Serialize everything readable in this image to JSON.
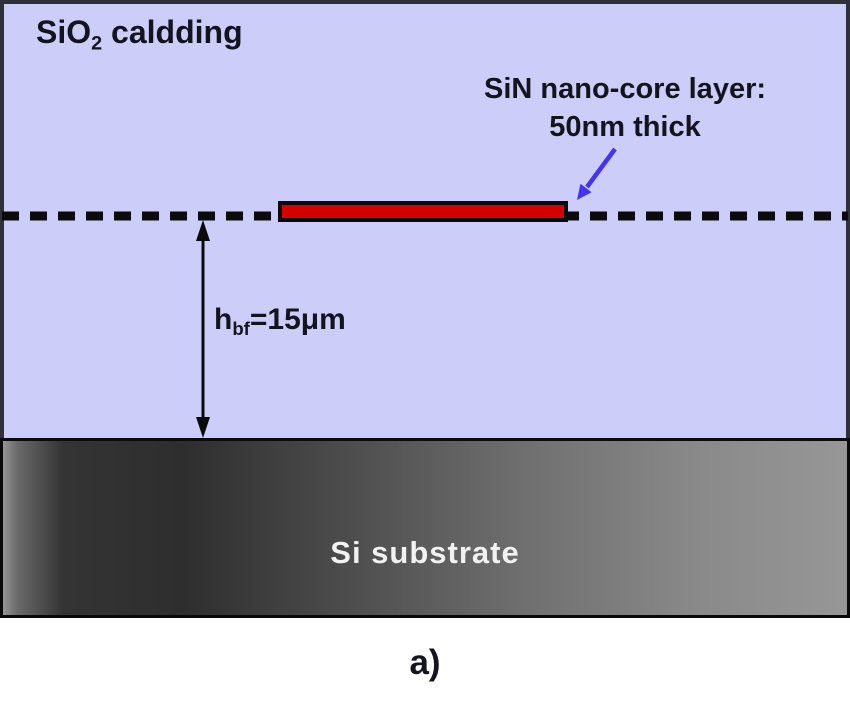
{
  "figure": {
    "caption": "a)",
    "regions": {
      "cladding": {
        "label_prefix": "SiO",
        "label_sub": "2",
        "label_suffix": " caldding",
        "fill": "#cdcdfa"
      },
      "core": {
        "label_line1": "SiN nano-core layer:",
        "label_line2": "50nm thick",
        "fill": "#d40000"
      },
      "buffer": {
        "label_prefix": "h",
        "label_sub": "bf",
        "label_suffix": "=15μm"
      },
      "substrate": {
        "label": "Si substrate"
      }
    },
    "colors": {
      "outline": "#0a0a0a",
      "annotation_arrow": "#4433f0",
      "text": "#14141f"
    }
  }
}
